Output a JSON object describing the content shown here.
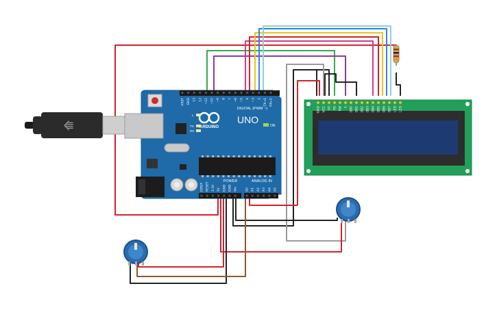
{
  "board": {
    "brand": "ARDUINO",
    "model": "UNO",
    "digital_header": "DIGITAL (PWM ~)",
    "power_header": "POWER",
    "analog_header": "ANALOG IN",
    "on_label": "ON",
    "tx_label": "TX",
    "rx_label": "RX",
    "l_label": "L",
    "digital_pins": [
      "AREF",
      "GND",
      "13",
      "12",
      "~11",
      "~10",
      "~9",
      "8",
      "7",
      "~6",
      "~5",
      "4",
      "~3",
      "2",
      "TX→1",
      "RX←0"
    ],
    "power_pins": [
      "IOREF",
      "RESET",
      "3.3V",
      "5V",
      "GND",
      "GND",
      "Vin"
    ],
    "analog_pins": [
      "A0",
      "A1",
      "A2",
      "A3",
      "A4",
      "A5"
    ]
  },
  "lcd": {
    "pins": [
      "GND",
      "VCC",
      "V0",
      "RS",
      "RW",
      "E",
      "DB0",
      "DB1",
      "DB2",
      "DB3",
      "DB4",
      "DB5",
      "DB6",
      "DB7",
      "LED",
      "LED"
    ],
    "screen_color": "#1e3a72",
    "pcb_color": "#22a05a"
  },
  "colors": {
    "board_blue": "#1f6aa8",
    "wire_red": "#d4202a",
    "wire_black": "#222222",
    "wire_green": "#3aa84a",
    "wire_purple": "#8a3a9a",
    "wire_yellow": "#e7c51c",
    "wire_blue": "#2d86d6",
    "wire_cyan": "#8fd0e0",
    "wire_gray": "#9a9a9a",
    "wire_brown": "#8b5a2b",
    "pot_blue": "#2b6cb0"
  }
}
